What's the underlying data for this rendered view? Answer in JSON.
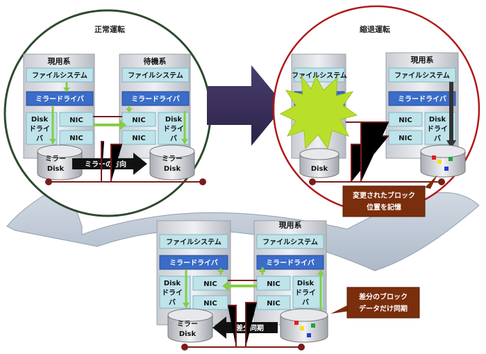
{
  "sections": {
    "normal_title": "正常運転",
    "degraded_title": "縮退運転"
  },
  "servers": {
    "active": "現用系",
    "standby": "待機系"
  },
  "layers": {
    "filesystem": "ファイルシステム",
    "mirror_driver": "ミラードライバ",
    "nic": "NIC",
    "disk_driver_line1": "Disk",
    "disk_driver_line2": "ドライ",
    "disk_driver_line3": "バ"
  },
  "disks": {
    "mirror_line1": "ミラー",
    "mirror_line2": "Disk",
    "failed_label": "Disk"
  },
  "arrows": {
    "mirror_direction": "ミラーの方向",
    "diff_sync": "差分同期"
  },
  "callouts": {
    "changed_blocks_line1": "変更されたブロック",
    "changed_blocks_line2": "位置を記憶",
    "diff_blocks_line1": "差分のブロック",
    "diff_blocks_line2": "データだけ同期"
  },
  "colors": {
    "normal_circle": "#2e4a2e",
    "degraded_circle": "#b01818",
    "layer_fill": "#bfe3ea",
    "mirror_fill": "#3a6cc8",
    "arrow_green": "#88cc44",
    "callout_fill": "#7a2e0c",
    "burst": "#b8e02a",
    "wire": "#7a1c1c"
  }
}
